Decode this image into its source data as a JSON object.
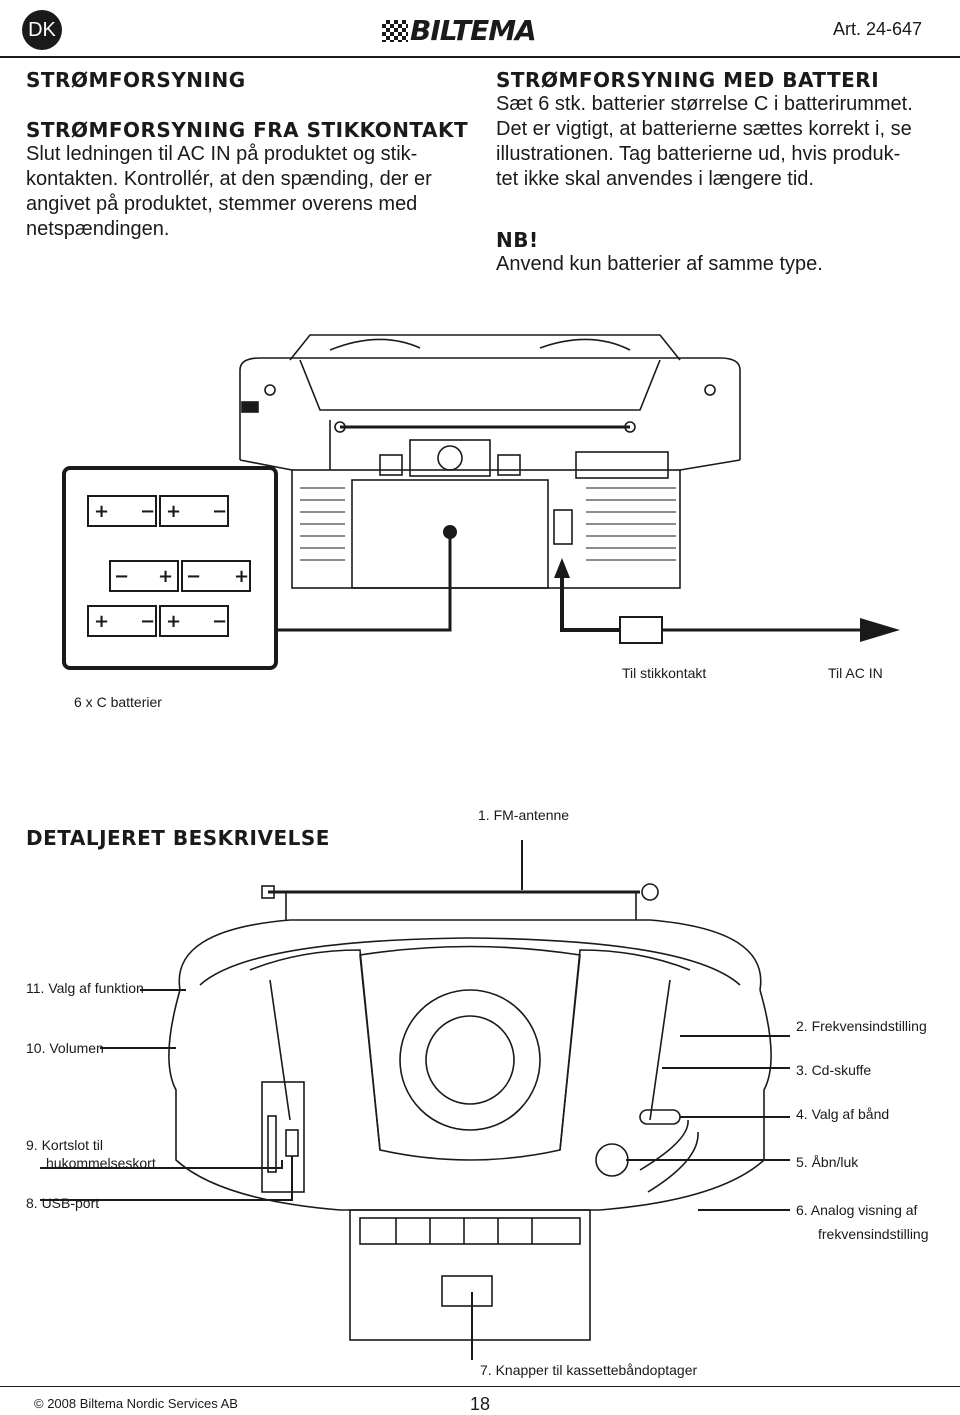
{
  "header": {
    "lang_badge": "DK",
    "brand": "BILTEMA",
    "art_no": "Art. 24-647"
  },
  "left_col": {
    "heading": "STRØMFORSYNING",
    "subheading": "STRØMFORSYNING FRA STIKKONTAKT",
    "lines": [
      "Slut ledningen til AC IN på produktet og stik-",
      "kontakten. Kontrollér, at den spænding, der er",
      "angivet på produktet, stemmer overens med",
      "netspændingen."
    ]
  },
  "right_col": {
    "heading": "STRØMFORSYNING MED BATTERI",
    "lines": [
      "Sæt 6 stk. batterier størrelse C i batterirummet.",
      "Det er vigtigt, at batterierne sættes korrekt i, se",
      "illustrationen. Tag batterierne ud, hvis produk-",
      "tet ikke skal anvendes i længere tid."
    ],
    "nb_label": "NB!",
    "nb_text": "Anvend kun batterier af samme type."
  },
  "figure1": {
    "cap_batteries": "6 x C batterier",
    "cap_socket": "Til stikkontakt",
    "cap_ac_in": "Til AC IN"
  },
  "section2": {
    "heading": "DETALJERET BESKRIVELSE"
  },
  "callouts": {
    "c1": "1.  FM-antenne",
    "c2": "2.  Frekvensindstilling",
    "c3": "3.  Cd-skuffe",
    "c4": "4.  Valg af bånd",
    "c5": "5.  Åbn/luk",
    "c6a": "6.  Analog visning af",
    "c6b": "frekvensindstilling",
    "c7": "7.  Knapper til kassettebåndoptager",
    "c8": "8.  USB-port",
    "c9a": "9.  Kortslot til",
    "c9b": "hukommelseskort",
    "c10": "10. Volumen",
    "c11": "11. Valg af funktion"
  },
  "footer": {
    "copyright": "© 2008 Biltema Nordic Services AB",
    "page": "18"
  }
}
